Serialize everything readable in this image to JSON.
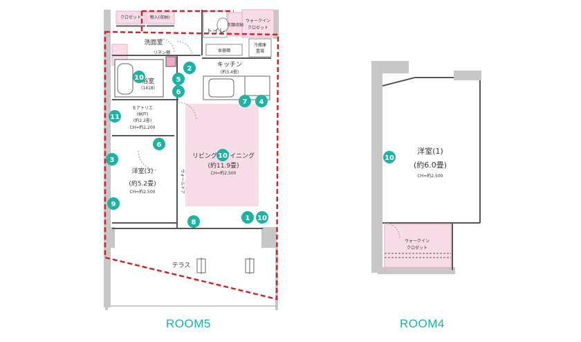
{
  "captions": {
    "room5": "ROOM5",
    "room4": "ROOM4"
  },
  "room5": {
    "closet_top": "クロゼット",
    "storage_top": "物入(収納)",
    "toilet": "トイレ",
    "walkin_closet_line1": "ウォークイン",
    "walkin_closet_line2": "クロゼット",
    "wardrobe": "衣類収納",
    "washroom": "洗面室",
    "linen_shelf": "リネン棚",
    "cupboard": "食器棚",
    "fridge_line1": "冷蔵庫",
    "fridge_line2": "置場",
    "kitchen_name": "キッチン",
    "kitchen_size": "(約3.4畳)",
    "bath_name": "浴室",
    "bath_size": "(1418)",
    "atelier_name": "モアトリエ",
    "atelier_sub": "(納戸)",
    "atelier_size": "(約2.2畳)",
    "atelier_ch": "CH=約2,200",
    "living_name": "リビング・ダイニング",
    "living_size": "(約11.9畳)",
    "living_ch": "CH=約2,500",
    "west_room_name": "洋室(3)",
    "west_room_size": "(約5.2畳)",
    "west_room_ch": "CH=約2,500",
    "partition": "ウォールドア",
    "terrace": "テラス",
    "markers": [
      "1",
      "2",
      "3",
      "4",
      "5",
      "6",
      "6",
      "7",
      "8",
      "9",
      "10",
      "10",
      "10",
      "11"
    ]
  },
  "room4": {
    "room_name": "洋室(1)",
    "room_size": "(約6.0畳)",
    "room_ch": "CH=約2,500",
    "closet_line1": "ウォークイン",
    "closet_line2": "クロゼット",
    "marker": "10"
  },
  "colors": {
    "accent": "#1fb2a3",
    "pink": "#f8dde8",
    "pink_strong": "#f2a9c6",
    "boundary": "#d2232a",
    "wall": "#c7c7c7"
  }
}
